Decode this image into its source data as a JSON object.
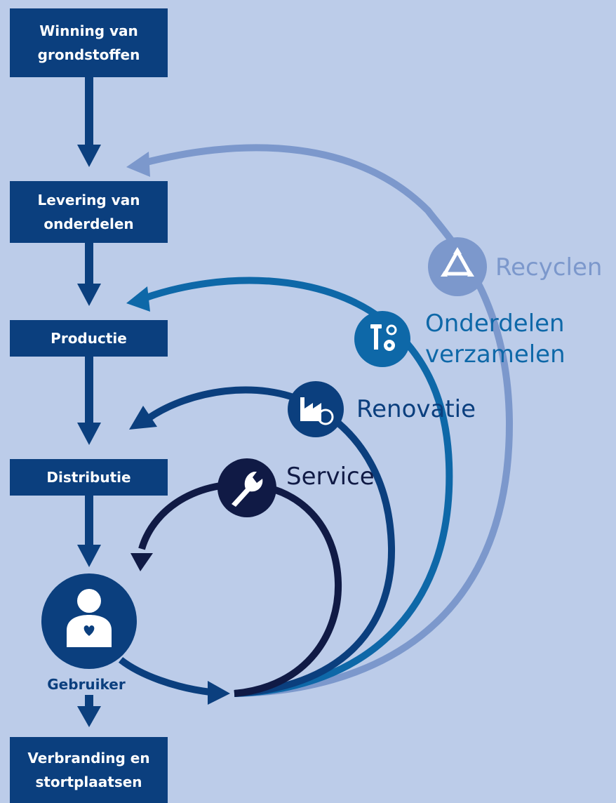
{
  "stages": [
    {
      "id": "winning",
      "label": "Winning van\ngrondstoffen"
    },
    {
      "id": "levering",
      "label": "Levering van\nonderdelen"
    },
    {
      "id": "productie",
      "label": "Productie"
    },
    {
      "id": "distributie",
      "label": "Distributie"
    },
    {
      "id": "verbranding",
      "label": "Verbranding en\nstortplaatsen"
    }
  ],
  "user": {
    "label": "Gebruiker",
    "icon": "user-heart-icon"
  },
  "loops": {
    "recyclen": {
      "line1": "Recyclen",
      "icon": "recycle-icon",
      "color": "#7c98cc"
    },
    "onderdelen": {
      "line1": "Onderdelen",
      "line2": "verzamelen",
      "icon": "tools-gear-icon",
      "color": "#0e68a8"
    },
    "renovatie": {
      "line1": "Renovatie",
      "icon": "factory-refresh-icon",
      "color": "#0b3f7e"
    },
    "service": {
      "line1": "Service",
      "icon": "wrench-icon",
      "color": "#101a45"
    }
  },
  "colors": {
    "background": "#bccce9",
    "stage": "#0b3f7e"
  }
}
